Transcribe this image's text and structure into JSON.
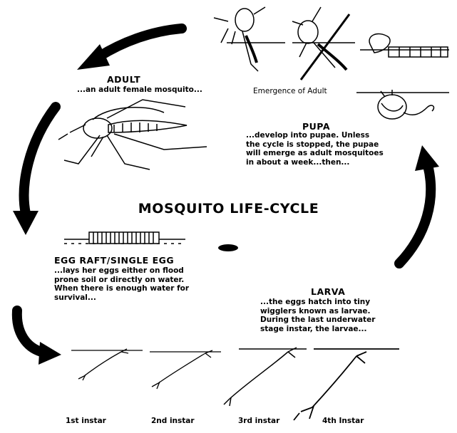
{
  "title": "MOSQUITO LIFE-CYCLE",
  "stages": {
    "adult": {
      "heading": "ADULT",
      "text": "...an adult female mosquito..."
    },
    "emergence": {
      "label": "Emergence of Adult"
    },
    "pupa": {
      "heading": "PUPA",
      "text": "...develop into pupae.  Unless\nthe cycle is stopped, the pupae\nwill emerge as adult mosquitoes\nin about a week...then..."
    },
    "egg": {
      "heading": "EGG RAFT/SINGLE EGG",
      "text": "...lays her eggs either on flood\nprone soil or directly on water.\nWhen there is enough water for\nsurvival..."
    },
    "larva": {
      "heading": "LARVA",
      "text": "...the eggs hatch into tiny\nwigglers known as larvae.\nDuring the last underwater\nstage instar, the larvae..."
    }
  },
  "instars": [
    "1st instar",
    "2nd instar",
    "3rd instar",
    "4th Instar"
  ],
  "colors": {
    "ink": "#000000",
    "background": "#ffffff"
  }
}
